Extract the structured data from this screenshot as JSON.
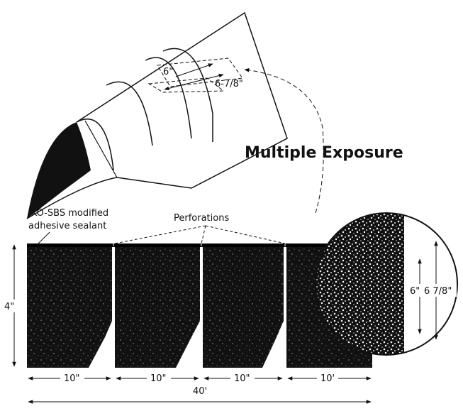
{
  "diagram": {
    "heading": "Multiple Exposure",
    "ridge": {
      "dim_inner": "6\"",
      "dim_outer": "6-7/8\""
    },
    "strip": {
      "sealant_label_line1": "IKO-SBS modified",
      "sealant_label_line2": "adhesive sealant",
      "perforations_label": "Perforations",
      "height_label": "4\"",
      "section_widths": [
        "10\"",
        "10\"",
        "10\"",
        "10'"
      ],
      "total_width": "40'"
    },
    "detail": {
      "dim_inner": "6\"",
      "dim_outer": "6 7/8\""
    }
  }
}
